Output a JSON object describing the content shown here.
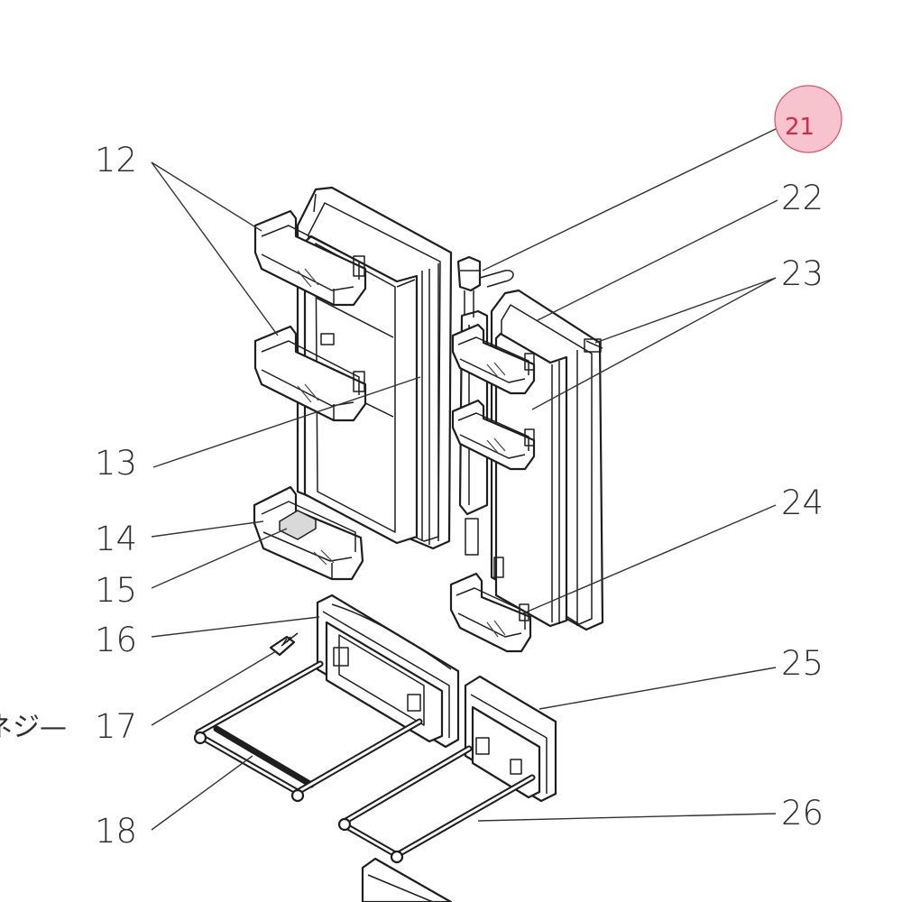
{
  "highlight": {
    "label": "21",
    "fill": "#f7c3cd",
    "stroke": "#d8506b",
    "text_color": "#d22a48"
  },
  "labels": {
    "n12": "12",
    "n13": "13",
    "n14": "14",
    "n15": "15",
    "n16": "16",
    "n17": "17",
    "n18": "18",
    "n22": "22",
    "n23": "23",
    "n24": "24",
    "n25": "25",
    "n26": "26"
  },
  "side_text": "ネジ—"
}
